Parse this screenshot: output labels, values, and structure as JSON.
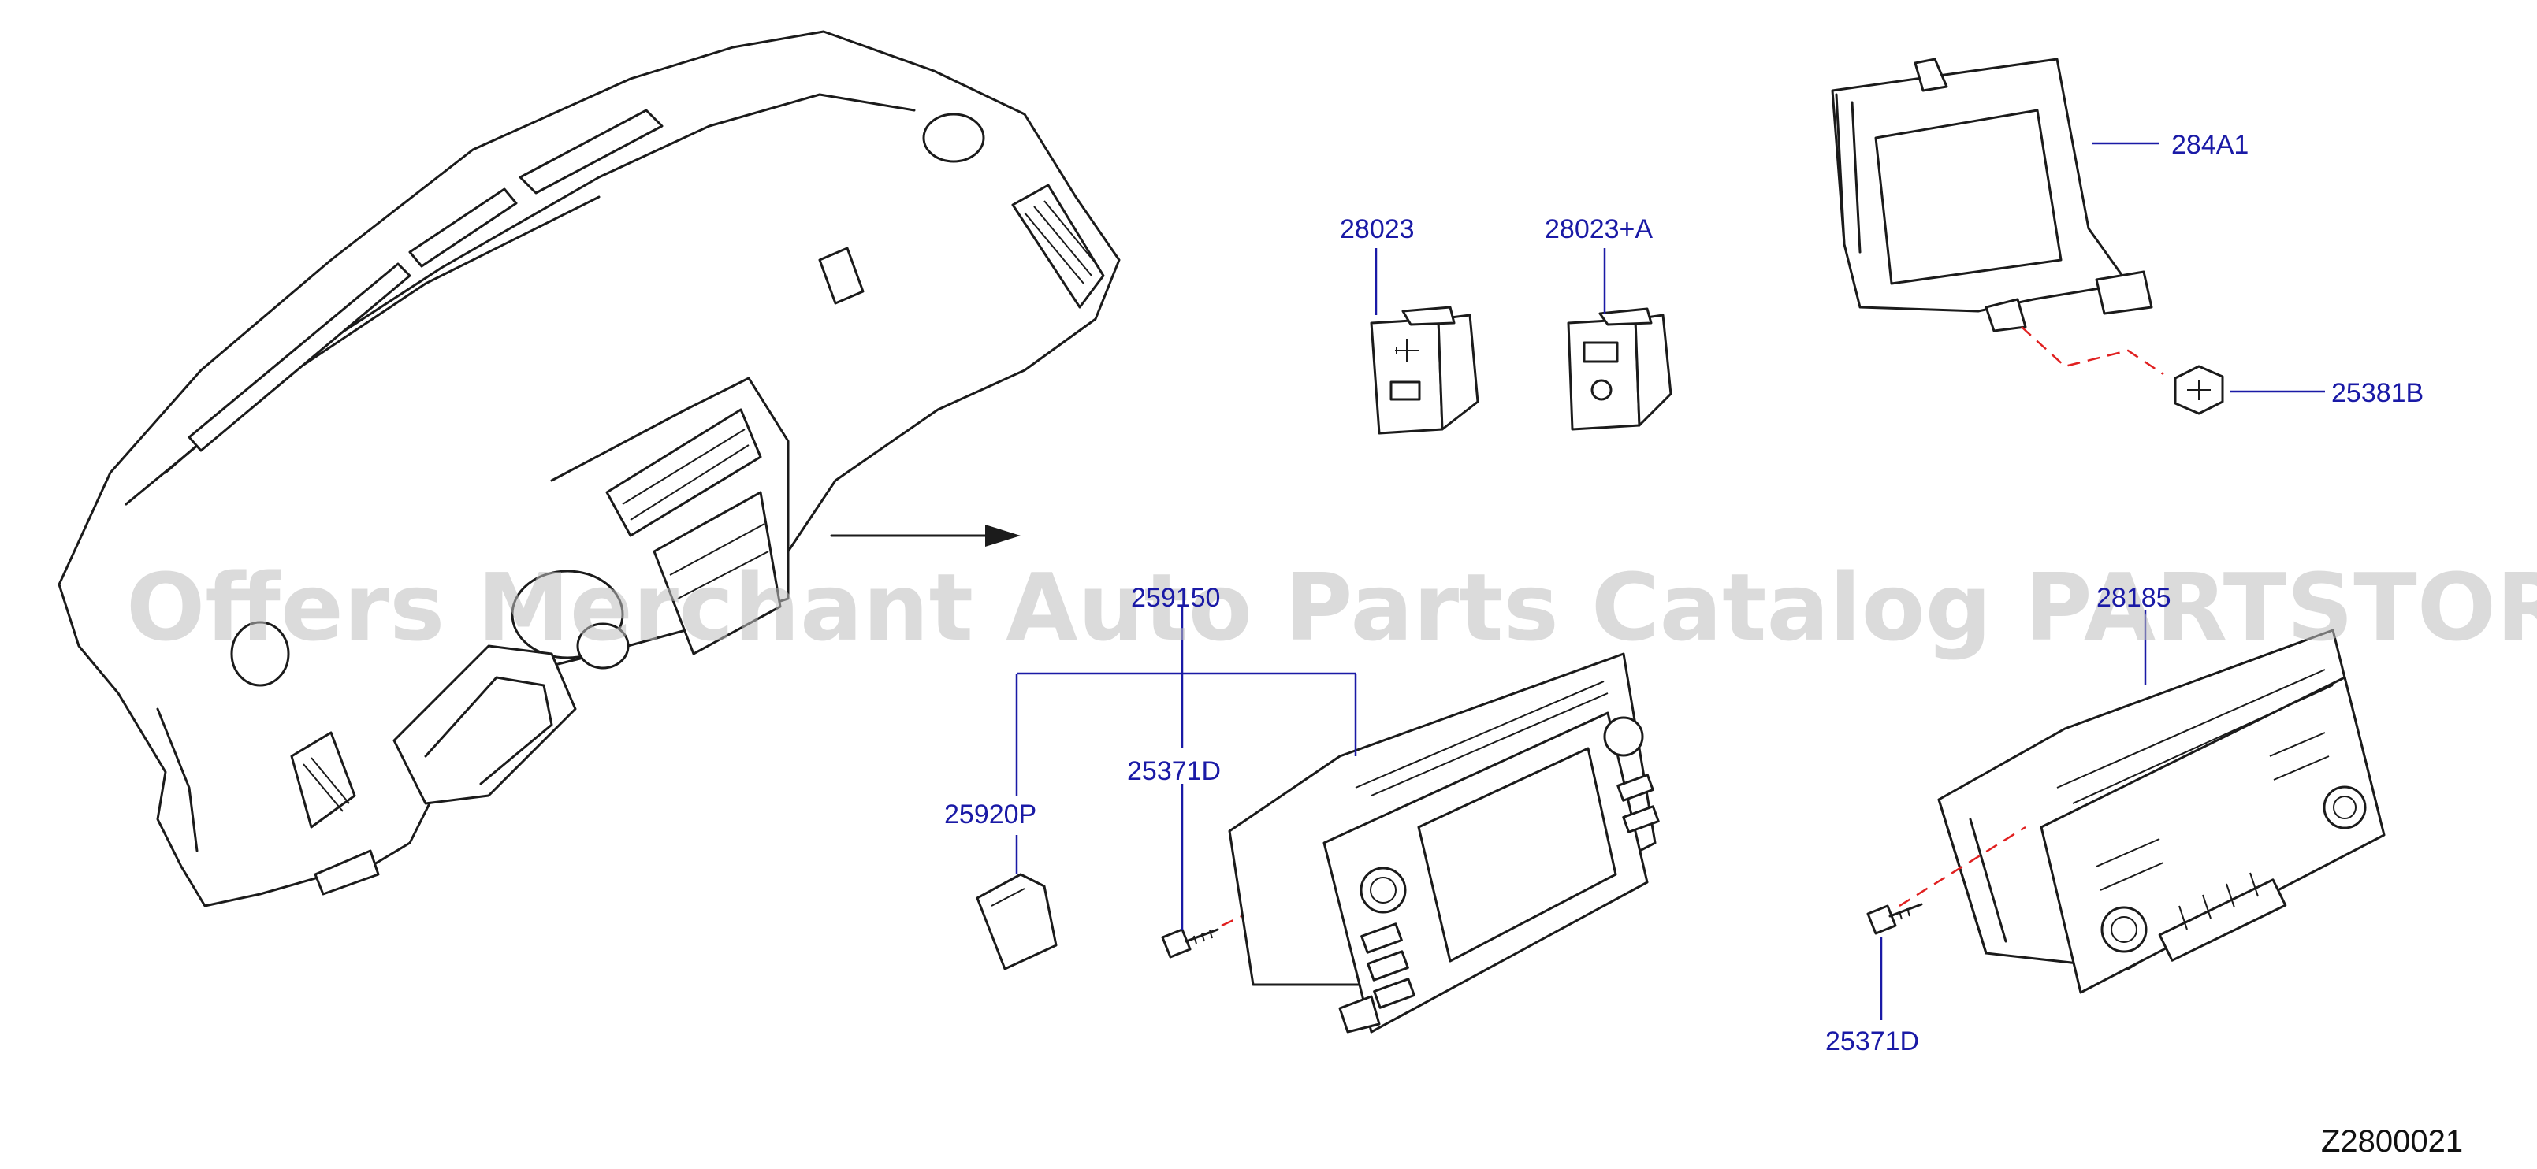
{
  "parts": {
    "usb_port": "28023",
    "usb_port_a": "28023+A",
    "bracket": "284A1",
    "nut": "25381B",
    "sd_card": "25920P",
    "screw_left": "25371D",
    "screw_right": "25371D",
    "audio_unit_left": "259150",
    "audio_unit_right": "28185"
  },
  "diagram_code": "Z2800021",
  "watermark": "Offers Merchant Auto Parts Catalog PARTSTORE.SA",
  "colors": {
    "label": "#1a1aa6",
    "dash": "#e02020",
    "line": "#1b1b1b",
    "watermark": "#bfbfbf"
  }
}
